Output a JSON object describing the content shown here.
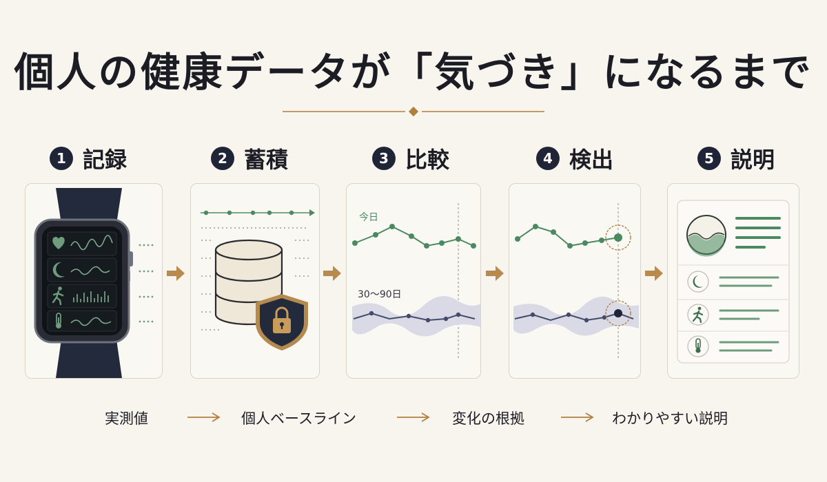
{
  "title": "個人の健康データが「気づき」になるまで",
  "steps": [
    {
      "number": "1",
      "label": "記録"
    },
    {
      "number": "2",
      "label": "蓄積"
    },
    {
      "number": "3",
      "label": "比較"
    },
    {
      "number": "4",
      "label": "検出"
    },
    {
      "number": "5",
      "label": "説明"
    }
  ],
  "compare": {
    "today_label": "今日",
    "baseline_label": "30〜90日"
  },
  "flow": [
    "実測値",
    "個人ベースライン",
    "変化の根拠",
    "わかりやすい説明"
  ],
  "colors": {
    "navy": "#1f2436",
    "green": "#4b8a60",
    "brown_arrow": "#b88a4e",
    "gold": "#b07f3f",
    "band": "#d9dae6",
    "line_navy": "#444a6a"
  },
  "icons": [
    "heart-icon",
    "moon-icon",
    "runner-icon",
    "thermometer-icon",
    "shield-lock-icon",
    "database-icon",
    "wave-icon"
  ]
}
